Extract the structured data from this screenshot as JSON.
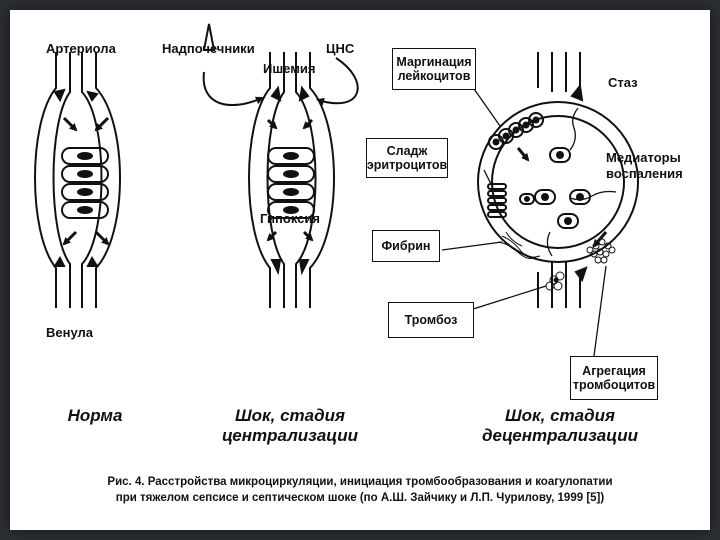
{
  "labels": {
    "arteriole": "Артериола",
    "venule": "Венула",
    "adrenal": "Надпочечники",
    "cns": "ЦНС",
    "ischemia": "Ишемия",
    "hypoxia": "Гипоксия",
    "stasis": "Стаз",
    "mediators": "Медиаторы\nвоспаления"
  },
  "boxes": {
    "margination": "Маргинация\nлейкоцитов",
    "sludge": "Сладж\nэритроцитов",
    "fibrin": "Фибрин",
    "thrombosis": "Тромбоз",
    "aggregation": "Агрегация\nтромбоцитов"
  },
  "captions": {
    "norm": "Норма",
    "centralization": "Шок, стадия\nцентрализации",
    "decentralization": "Шок, стадия\nдецентрализации"
  },
  "figure_caption": {
    "line1": "Рис. 4. Расстройства микроциркуляции, инициация тромбообразования и коагулопатии",
    "line2": "при тяжелом сепсисе и септическом шоке (по А.Ш. Зайчику и Л.П. Чурилову, 1999 [5])"
  }
}
